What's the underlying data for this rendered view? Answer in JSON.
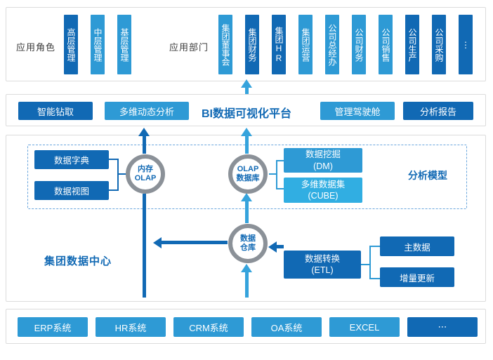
{
  "colors": {
    "dark_blue": "#1169b4",
    "medium_blue": "#2e9ad5",
    "bright_blue": "#31aee2",
    "arrow_light": "#35a3dc",
    "ring_gray": "#8b9198",
    "border_gray": "#dcdcdc"
  },
  "top": {
    "roles_label": "应用角色",
    "roles": [
      {
        "label": "高层管理"
      },
      {
        "label": "中层管理"
      },
      {
        "label": "基层管理"
      }
    ],
    "departments_label": "应用部门",
    "departments": [
      {
        "label": "集团董事会"
      },
      {
        "label": "集团财务"
      },
      {
        "label": "集团HR"
      },
      {
        "label": "集团运营"
      },
      {
        "label": "公司总经办"
      },
      {
        "label": "公司财务"
      },
      {
        "label": "公司销售"
      },
      {
        "label": "公司生产"
      },
      {
        "label": "公司采购"
      },
      {
        "label": "⋮"
      }
    ]
  },
  "platform": {
    "title": "BI数据可视化平台",
    "buttons": [
      {
        "label": "智能钻取"
      },
      {
        "label": "多维动态分析"
      },
      {
        "label": "管理驾驶舱"
      },
      {
        "label": "分析报告"
      }
    ]
  },
  "data_center": {
    "title": "集团数据中心",
    "analysis_model_label": "分析模型",
    "data_dictionary": "数据字典",
    "data_view": "数据视图",
    "memory_olap": {
      "line1": "内存",
      "line2": "OLAP"
    },
    "olap_db": {
      "line1": "OLAP",
      "line2": "数据库"
    },
    "warehouse": {
      "line1": "数据",
      "line2": "仓库"
    },
    "data_mining": {
      "line1": "数据挖掘",
      "line2": "(DM)"
    },
    "cube": {
      "line1": "多维数据集",
      "line2": "(CUBE)"
    },
    "etl": {
      "line1": "数据转换",
      "line2": "(ETL)"
    },
    "master_data": "主数据",
    "incremental_update": "增量更新"
  },
  "sources": {
    "systems": [
      {
        "label": "ERP系统"
      },
      {
        "label": "HR系统"
      },
      {
        "label": "CRM系统"
      },
      {
        "label": "OA系统"
      },
      {
        "label": "EXCEL"
      },
      {
        "label": "⋯"
      }
    ]
  }
}
